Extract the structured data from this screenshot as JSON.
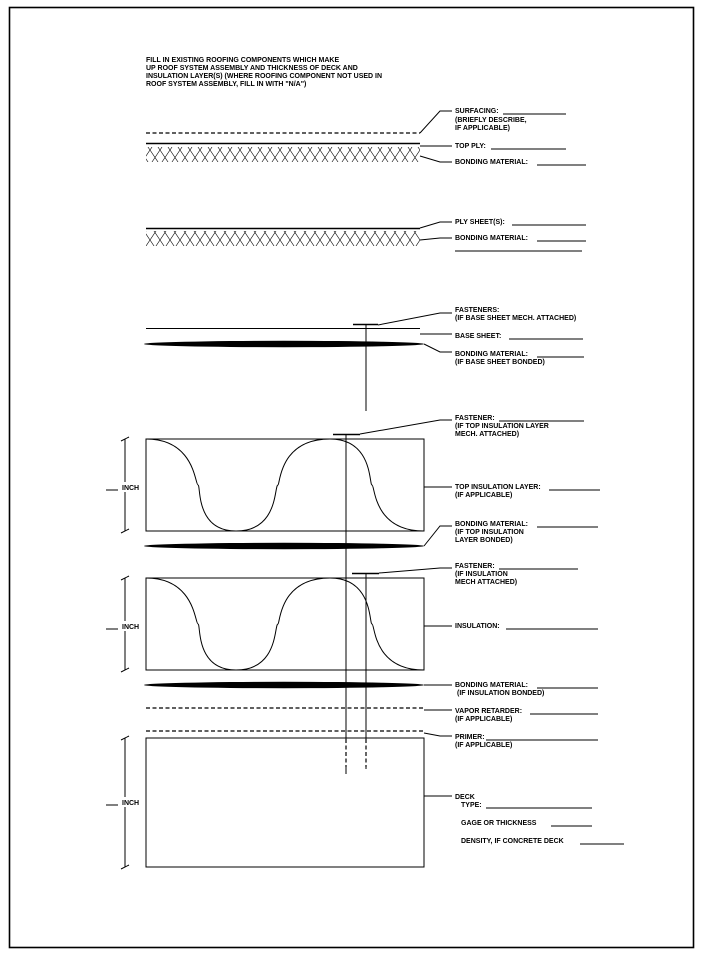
{
  "instructions": [
    "FILL IN EXISTING ROOFING COMPONENTS WHICH MAKE",
    "UP ROOF SYSTEM ASSEMBLY AND THICKNESS OF DECK AND",
    "INSULATION LAYER(S) (WHERE ROOFING COMPONENT NOT USED IN",
    "ROOF SYSTEM ASSEMBLY, FILL IN WITH \"N/A\")"
  ],
  "labels": {
    "surfacing": [
      "SURFACING:",
      "(BRIEFLY DESCRIBE,",
      "IF APPLICABLE)"
    ],
    "top_ply": "TOP PLY:",
    "bonding_1": "BONDING MATERIAL:",
    "ply_sheets": "PLY SHEET(S):",
    "bonding_2": "BONDING MATERIAL:",
    "fasteners_base": [
      "FASTENERS:",
      "(IF BASE SHEET MECH. ATTACHED)"
    ],
    "base_sheet": "BASE SHEET:",
    "bonding_base": [
      "BONDING MATERIAL:",
      "(IF BASE SHEET BONDED)"
    ],
    "fastener_top_ins": [
      "FASTENER:",
      "(IF TOP INSULATION LAYER",
      "MECH. ATTACHED)"
    ],
    "top_ins_layer": [
      "TOP INSULATION LAYER:",
      "(IF APPLICABLE)"
    ],
    "bonding_top_ins": [
      "BONDING MATERIAL:",
      "(IF TOP INSULATION",
      "LAYER BONDED)"
    ],
    "fastener_ins": [
      "FASTENER:",
      "(IF INSULATION",
      "MECH ATTACHED)"
    ],
    "insulation": "INSULATION:",
    "bonding_ins": [
      "BONDING MATERIAL:",
      "(IF INSULATION BONDED)"
    ],
    "vapor_retarder": [
      "VAPOR RETARDER:",
      "(IF APPLICABLE)"
    ],
    "primer": [
      "PRIMER:",
      "(IF APPLICABLE)"
    ],
    "deck": [
      "DECK",
      "TYPE:"
    ],
    "gage": "GAGE OR THICKNESS",
    "density": "DENSITY, IF CONCRETE DECK"
  },
  "inch_label": "INCH"
}
